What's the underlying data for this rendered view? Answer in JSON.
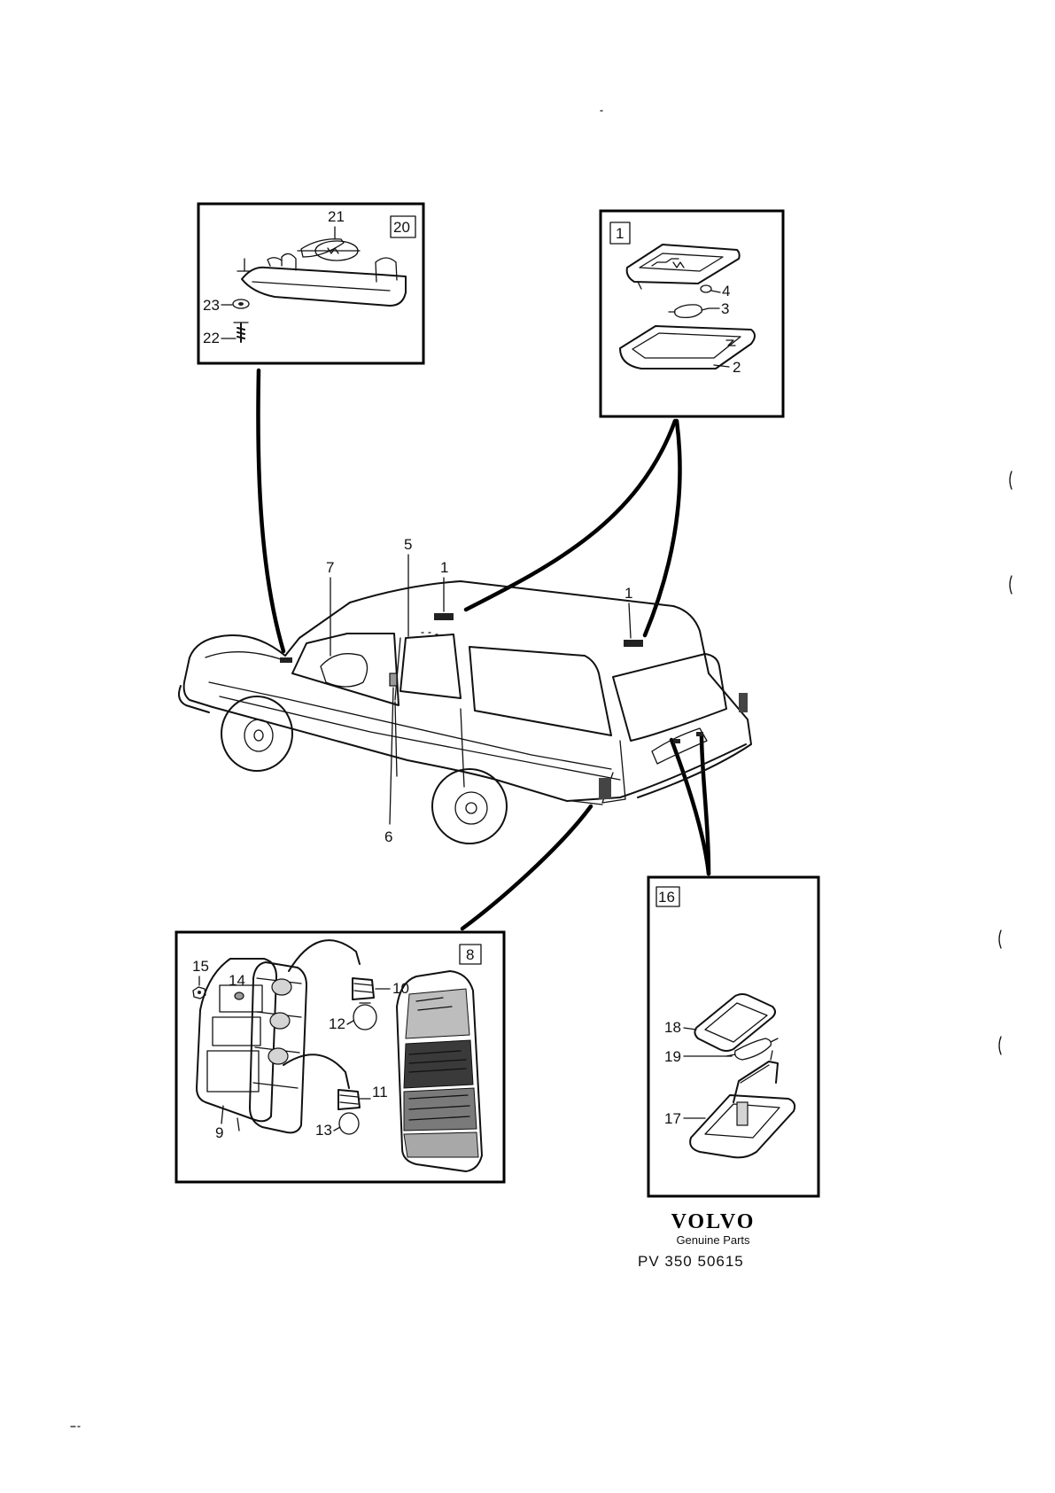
{
  "boxes": {
    "interior_lamp": {
      "number": "20"
    },
    "roof_lamp": {
      "number": "1"
    },
    "tail_lamp": {
      "number": "8"
    },
    "plate_lamp": {
      "number": "16"
    }
  },
  "callouts": {
    "c1a": "1",
    "c1b": "1",
    "c2": "2",
    "c3": "3",
    "c4": "4",
    "c5": "5",
    "c6": "6",
    "c7": "7",
    "c9": "9",
    "c10": "10",
    "c11": "11",
    "c12": "12",
    "c13": "13",
    "c14": "14",
    "c15": "15",
    "c17": "17",
    "c18": "18",
    "c19": "19",
    "c21": "21",
    "c22": "22",
    "c23": "23"
  },
  "brand": {
    "logo": "VOLVO",
    "tagline": "Genuine Parts",
    "part_number": "PV  350  50615"
  }
}
